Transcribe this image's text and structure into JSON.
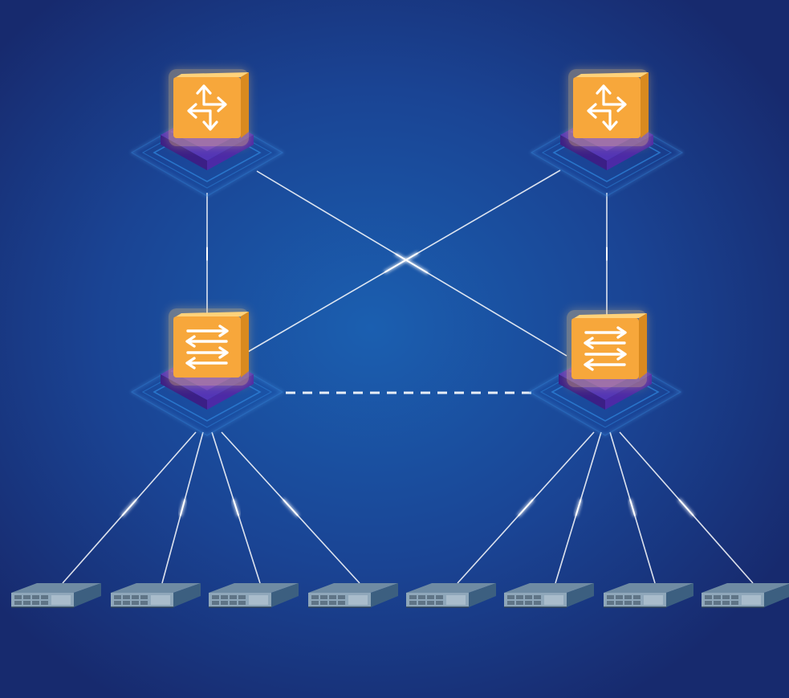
{
  "diagram": {
    "background": {
      "center_color": "#1b5fb0",
      "mid_color": "#1a4494",
      "edge_color": "#172a6e"
    },
    "link_color": "#ffffff",
    "node_colors": {
      "icon_face": "#f7a73b",
      "icon_top": "#ffd27a",
      "icon_side": "#d98a1f",
      "pedestal": "#6b3fc4",
      "platform_stroke": "#2d7fd6",
      "server_body": "#3c5f80",
      "server_front": "#8fa7ba"
    },
    "nodes": [
      {
        "id": "router-left",
        "kind": "router",
        "icon": "router-icon"
      },
      {
        "id": "router-right",
        "kind": "router",
        "icon": "router-icon"
      },
      {
        "id": "switch-left",
        "kind": "switch",
        "icon": "switch-icon"
      },
      {
        "id": "switch-right",
        "kind": "switch",
        "icon": "switch-icon"
      },
      {
        "id": "server-1",
        "kind": "server",
        "icon": "server-icon"
      },
      {
        "id": "server-2",
        "kind": "server",
        "icon": "server-icon"
      },
      {
        "id": "server-3",
        "kind": "server",
        "icon": "server-icon"
      },
      {
        "id": "server-4",
        "kind": "server",
        "icon": "server-icon"
      },
      {
        "id": "server-5",
        "kind": "server",
        "icon": "server-icon"
      },
      {
        "id": "server-6",
        "kind": "server",
        "icon": "server-icon"
      },
      {
        "id": "server-7",
        "kind": "server",
        "icon": "server-icon"
      },
      {
        "id": "server-8",
        "kind": "server",
        "icon": "server-icon"
      }
    ],
    "links": [
      {
        "from": "router-left",
        "to": "switch-left",
        "style": "solid"
      },
      {
        "from": "router-right",
        "to": "switch-right",
        "style": "solid"
      },
      {
        "from": "router-left",
        "to": "switch-right",
        "style": "solid"
      },
      {
        "from": "router-right",
        "to": "switch-left",
        "style": "solid"
      },
      {
        "from": "switch-left",
        "to": "switch-right",
        "style": "dashed"
      },
      {
        "from": "switch-left",
        "to": "server-1",
        "style": "solid"
      },
      {
        "from": "switch-left",
        "to": "server-2",
        "style": "solid"
      },
      {
        "from": "switch-left",
        "to": "server-3",
        "style": "solid"
      },
      {
        "from": "switch-left",
        "to": "server-4",
        "style": "solid"
      },
      {
        "from": "switch-right",
        "to": "server-5",
        "style": "solid"
      },
      {
        "from": "switch-right",
        "to": "server-6",
        "style": "solid"
      },
      {
        "from": "switch-right",
        "to": "server-7",
        "style": "solid"
      },
      {
        "from": "switch-right",
        "to": "server-8",
        "style": "solid"
      }
    ]
  }
}
